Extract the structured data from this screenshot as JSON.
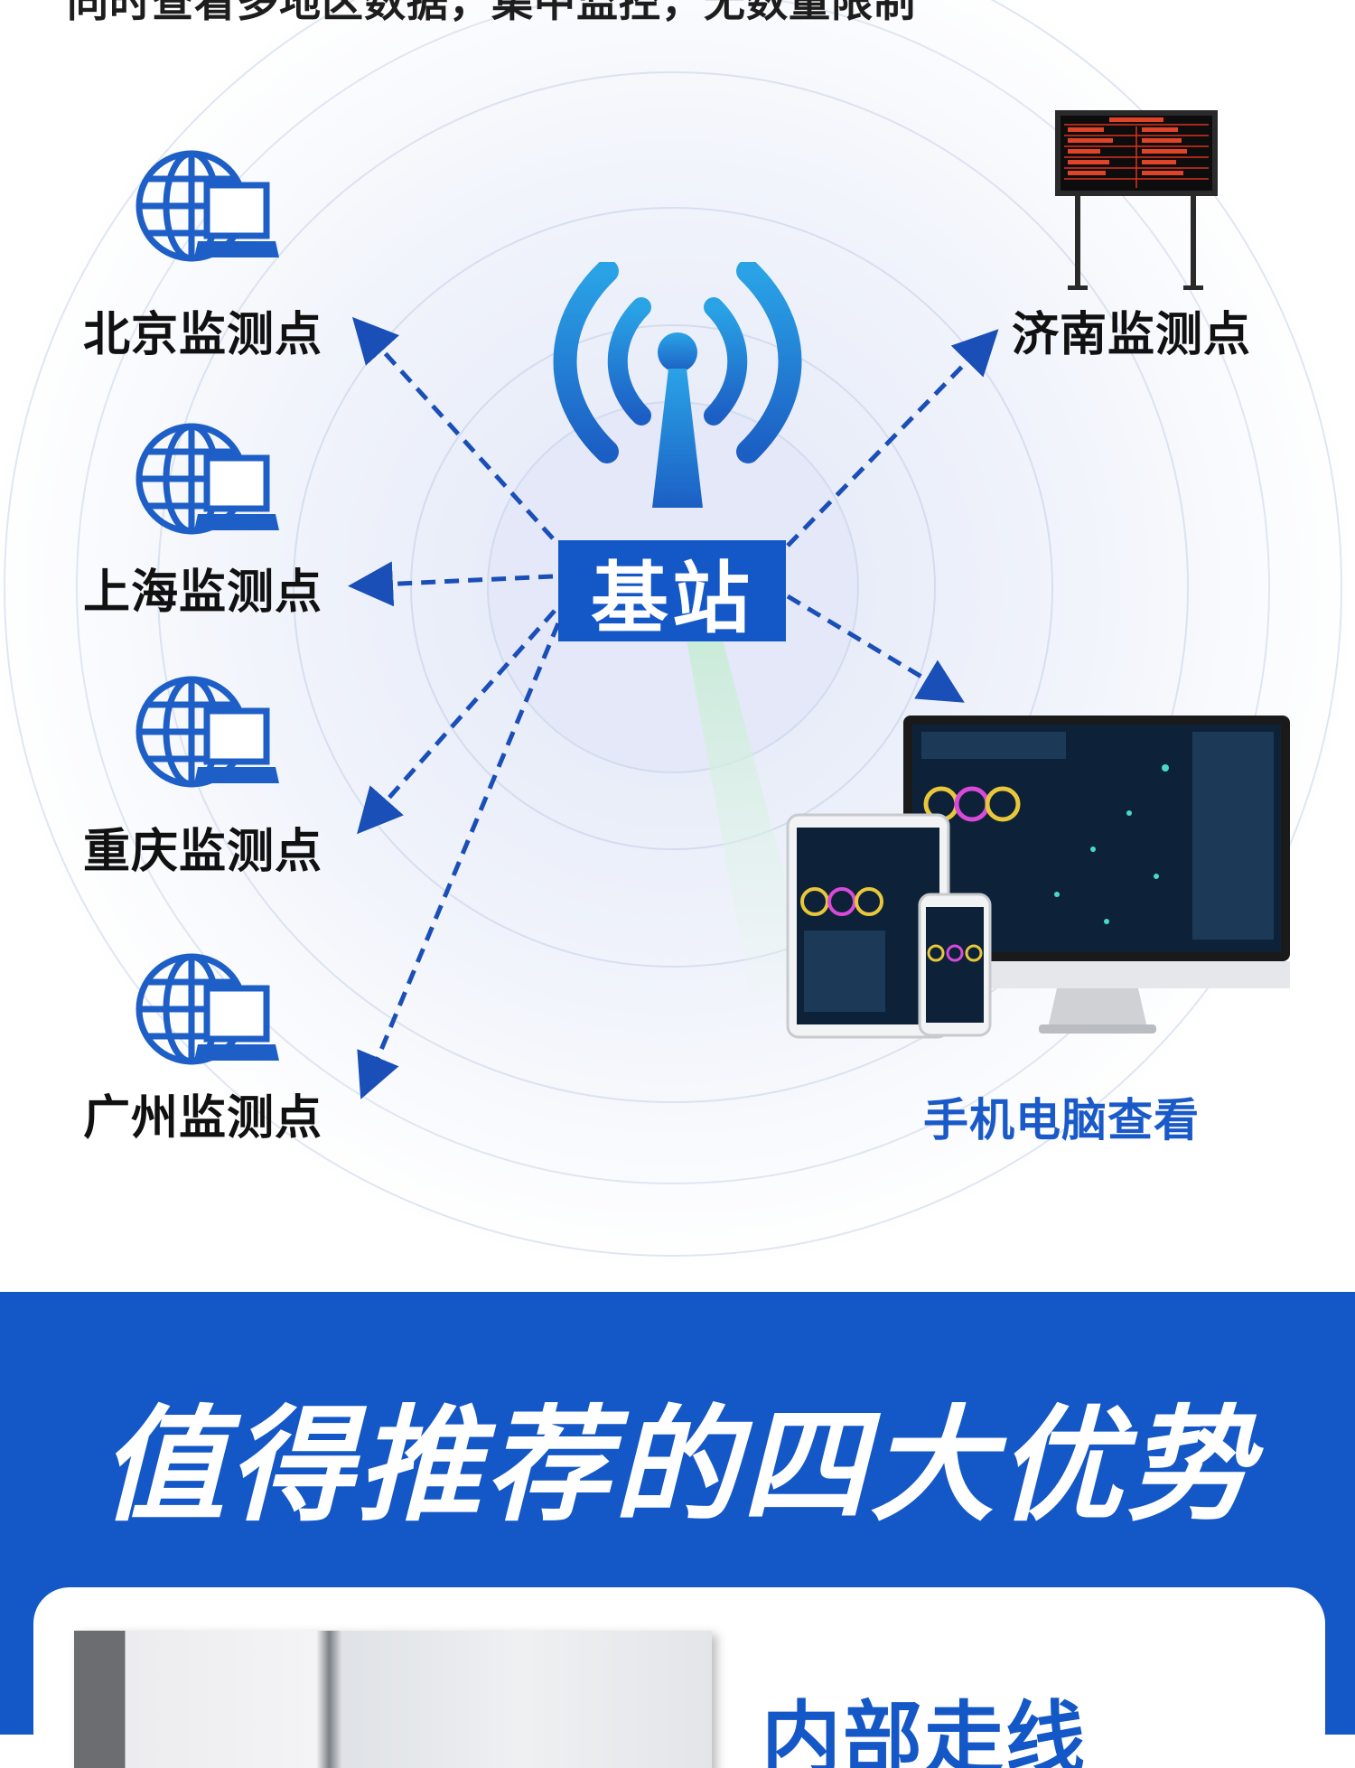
{
  "header": {
    "text": "同时查看多地区数据，集中监控，无数量限制"
  },
  "network": {
    "station_label": "基站",
    "sites": [
      {
        "id": "beijing",
        "label": "北京监测点",
        "icon": "globe-laptop-icon"
      },
      {
        "id": "shanghai",
        "label": "上海监测点",
        "icon": "globe-laptop-icon"
      },
      {
        "id": "chongqing",
        "label": "重庆监测点",
        "icon": "globe-laptop-icon"
      },
      {
        "id": "guangzhou",
        "label": "广州监测点",
        "icon": "globe-laptop-icon"
      }
    ],
    "jinan": {
      "label": "济南监测点",
      "icon": "led-display-board-icon"
    },
    "devices": {
      "label": "手机电脑查看",
      "icon": "monitor-tablet-phone-icon"
    },
    "tower_icon": "signal-tower-icon"
  },
  "advantages": {
    "title": "值得推荐的四大优势",
    "card_title": "内部走线"
  },
  "colors": {
    "brand_blue": "#1457c7",
    "label_blue": "#1a5ac8",
    "arrow_blue": "#1a4fb8",
    "ring_tint": "#e8eef8"
  }
}
